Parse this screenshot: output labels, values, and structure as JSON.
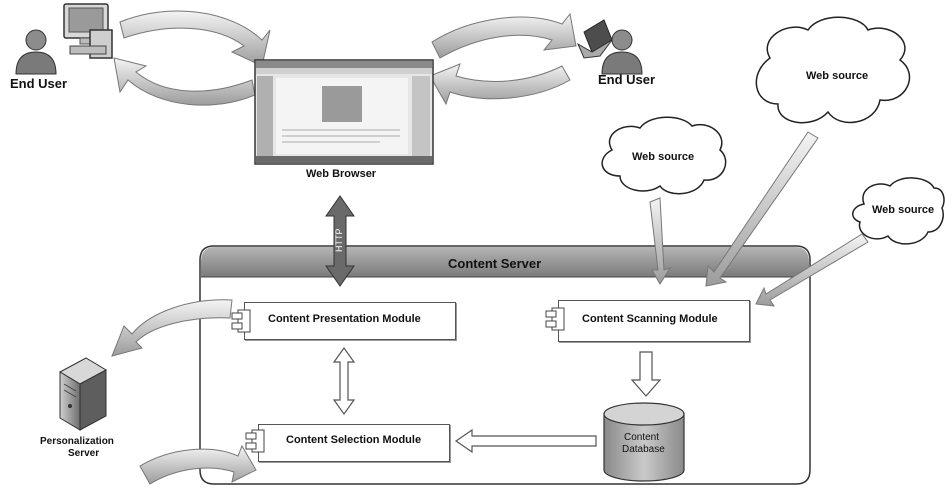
{
  "diagram": {
    "end_user_left": "End User",
    "end_user_right": "End User",
    "web_browser": "Web Browser",
    "web_source_top": "Web source",
    "web_source_mid": "Web source",
    "web_source_right": "Web source",
    "http": "HTTP",
    "content_server": "Content Server",
    "content_presentation_module": "Content Presentation Module",
    "content_scanning_module": "Content Scanning Module",
    "content_selection_module": "Content Selection Module",
    "content_database_line1": "Content",
    "content_database_line2": "Database",
    "personalization_server_line1": "Personalization",
    "personalization_server_line2": "Server"
  }
}
